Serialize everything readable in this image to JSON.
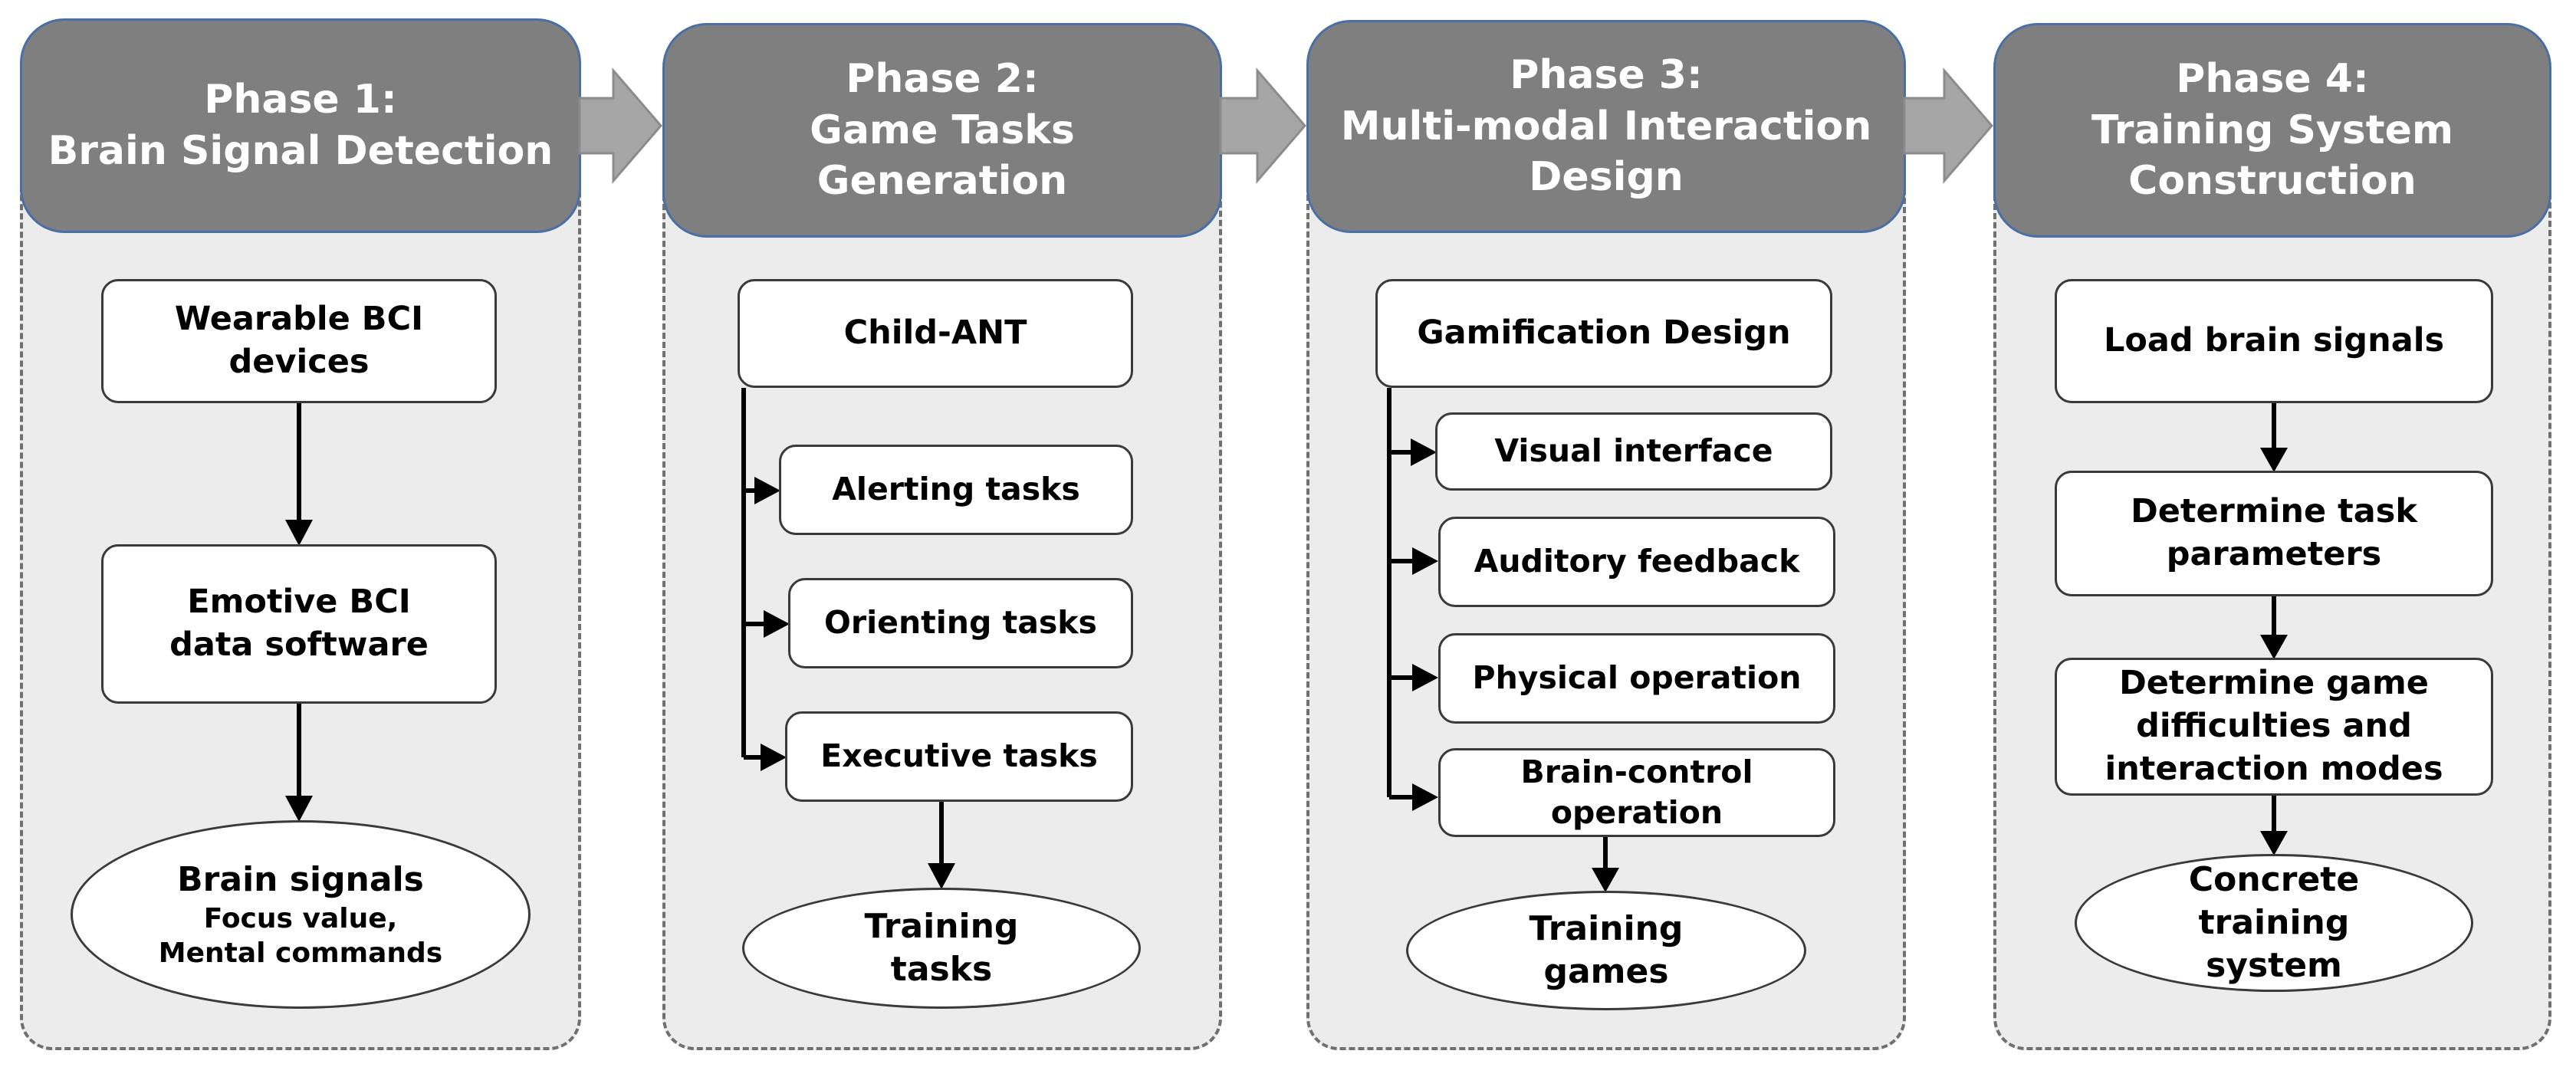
{
  "phases": [
    {
      "title": "Phase 1:\nBrain Signal Detection",
      "steps": [
        "Wearable BCI\ndevices",
        "Emotive BCI\ndata software"
      ],
      "output": {
        "title": "Brain signals",
        "detail": "Focus value,\nMental commands"
      }
    },
    {
      "title": "Phase 2:\nGame Tasks\nGeneration",
      "root": "Child-ANT",
      "branches": [
        "Alerting tasks",
        "Orienting tasks",
        "Executive tasks"
      ],
      "output": {
        "title": "Training\ntasks"
      }
    },
    {
      "title": "Phase 3:\nMulti-modal Interaction\nDesign",
      "root": "Gamification Design",
      "branches": [
        "Visual interface",
        "Auditory feedback",
        "Physical operation",
        "Brain-control\noperation"
      ],
      "output": {
        "title": "Training\ngames"
      }
    },
    {
      "title": "Phase 4:\nTraining System\nConstruction",
      "steps": [
        "Load brain signals",
        "Determine task\nparameters",
        "Determine game\ndifficulties and\ninteraction modes"
      ],
      "output": {
        "title": "Concrete\ntraining\nsystem"
      }
    }
  ],
  "colors": {
    "panel_fill": "#ececec",
    "panel_border": "#707070",
    "header_fill": "#7f7f7f",
    "header_border": "#4a6fa5",
    "arrow_fill": "#a6a6a6"
  }
}
